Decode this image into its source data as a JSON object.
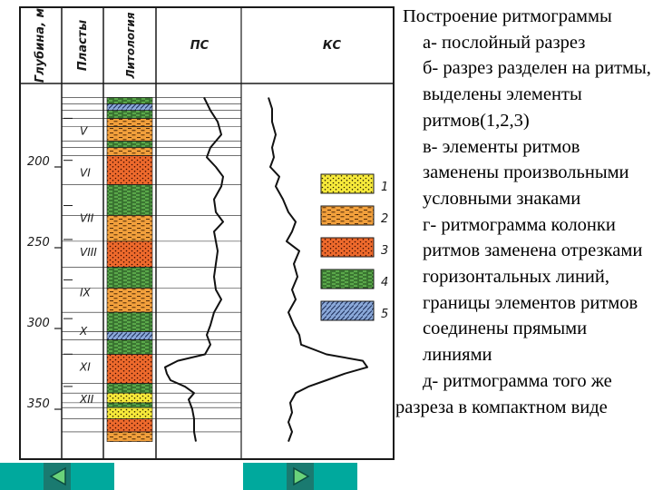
{
  "log": {
    "header": {
      "depth": "Глубина, м",
      "beds": "Пласты",
      "lithology": "Литология",
      "sp": "ПС",
      "resistivity": "КС"
    },
    "depth_ticks": [
      {
        "label": "200",
        "depth": 200
      },
      {
        "label": "250",
        "depth": 250
      },
      {
        "label": "300",
        "depth": 300
      },
      {
        "label": "350",
        "depth": 350
      }
    ],
    "beds": [
      {
        "label": "V",
        "depth": 180
      },
      {
        "label": "VI",
        "depth": 206
      },
      {
        "label": "VII",
        "depth": 234
      },
      {
        "label": "VIII",
        "depth": 255
      },
      {
        "label": "IX",
        "depth": 280
      },
      {
        "label": "X",
        "depth": 304
      },
      {
        "label": "XI",
        "depth": 326
      },
      {
        "label": "XII",
        "depth": 346
      }
    ],
    "lithology_column": [
      {
        "from": 157,
        "to": 161,
        "type": 4
      },
      {
        "from": 161,
        "to": 165,
        "type": 5
      },
      {
        "from": 165,
        "to": 170,
        "type": 4
      },
      {
        "from": 170,
        "to": 175,
        "type": 2
      },
      {
        "from": 175,
        "to": 184,
        "type": 2
      },
      {
        "from": 184,
        "to": 188,
        "type": 4
      },
      {
        "from": 188,
        "to": 193,
        "type": 2
      },
      {
        "from": 193,
        "to": 211,
        "type": 3
      },
      {
        "from": 211,
        "to": 230,
        "type": 4
      },
      {
        "from": 230,
        "to": 246,
        "type": 2
      },
      {
        "from": 246,
        "to": 262,
        "type": 3
      },
      {
        "from": 262,
        "to": 275,
        "type": 4
      },
      {
        "from": 275,
        "to": 290,
        "type": 2
      },
      {
        "from": 290,
        "to": 302,
        "type": 4
      },
      {
        "from": 302,
        "to": 307,
        "type": 5
      },
      {
        "from": 307,
        "to": 316,
        "type": 4
      },
      {
        "from": 316,
        "to": 334,
        "type": 3
      },
      {
        "from": 334,
        "to": 340,
        "type": 4
      },
      {
        "from": 340,
        "to": 346,
        "type": 1
      },
      {
        "from": 346,
        "to": 349,
        "type": 4
      },
      {
        "from": 349,
        "to": 356,
        "type": 1
      },
      {
        "from": 356,
        "to": 364,
        "type": 3
      },
      {
        "from": 364,
        "to": 370,
        "type": 2
      }
    ],
    "sp_curve": [
      [
        157,
        225
      ],
      [
        165,
        232
      ],
      [
        172,
        240
      ],
      [
        180,
        244
      ],
      [
        188,
        232
      ],
      [
        194,
        228
      ],
      [
        200,
        238
      ],
      [
        206,
        246
      ],
      [
        212,
        244
      ],
      [
        220,
        236
      ],
      [
        228,
        238
      ],
      [
        234,
        246
      ],
      [
        240,
        236
      ],
      [
        246,
        238
      ],
      [
        252,
        240
      ],
      [
        260,
        238
      ],
      [
        268,
        236
      ],
      [
        276,
        238
      ],
      [
        282,
        244
      ],
      [
        290,
        236
      ],
      [
        298,
        232
      ],
      [
        304,
        228
      ],
      [
        310,
        232
      ],
      [
        316,
        226
      ],
      [
        320,
        196
      ],
      [
        324,
        182
      ],
      [
        328,
        184
      ],
      [
        332,
        188
      ],
      [
        336,
        204
      ],
      [
        340,
        214
      ],
      [
        344,
        208
      ],
      [
        350,
        212
      ],
      [
        356,
        214
      ],
      [
        364,
        214
      ],
      [
        370,
        216
      ]
    ],
    "kc_curve": [
      [
        157,
        296
      ],
      [
        164,
        300
      ],
      [
        172,
        300
      ],
      [
        180,
        304
      ],
      [
        188,
        300
      ],
      [
        194,
        302
      ],
      [
        200,
        298
      ],
      [
        206,
        308
      ],
      [
        212,
        304
      ],
      [
        220,
        312
      ],
      [
        228,
        318
      ],
      [
        234,
        326
      ],
      [
        240,
        322
      ],
      [
        246,
        316
      ],
      [
        252,
        330
      ],
      [
        260,
        324
      ],
      [
        268,
        328
      ],
      [
        276,
        322
      ],
      [
        282,
        326
      ],
      [
        290,
        318
      ],
      [
        298,
        324
      ],
      [
        304,
        330
      ],
      [
        310,
        332
      ],
      [
        316,
        360
      ],
      [
        320,
        400
      ],
      [
        324,
        405
      ],
      [
        328,
        380
      ],
      [
        332,
        360
      ],
      [
        336,
        340
      ],
      [
        340,
        326
      ],
      [
        346,
        320
      ],
      [
        352,
        322
      ],
      [
        358,
        318
      ],
      [
        364,
        322
      ],
      [
        370,
        318
      ]
    ],
    "legend": [
      {
        "num": "1",
        "type": 1
      },
      {
        "num": "2",
        "type": 2
      },
      {
        "num": "3",
        "type": 3
      },
      {
        "num": "4",
        "type": 4
      },
      {
        "num": "5",
        "type": 5
      }
    ]
  },
  "lith_colors": {
    "1": "#f7ea3a",
    "2": "#f2a03c",
    "3": "#ee6a2c",
    "4": "#5aa84a",
    "5": "#8aa8d8"
  },
  "notes": {
    "title": "Построение ритмограммы",
    "items": [
      "а- послойный разрез",
      "б- разрез разделен на ритмы, выделены элементы ритмов(1,2,3)",
      "в- элементы ритмов заменены произвольными условными знаками",
      "г- ритмограмма колонки ритмов заменена отрезками горизонтальных линий, границы элементов ритмов соединены прямыми линиями",
      "д- ритмограмма того же"
    ],
    "last_line": "разреза в компактном виде"
  },
  "nav": {
    "prev_icon": "triangle-left-icon",
    "next_icon": "triangle-right-icon"
  }
}
